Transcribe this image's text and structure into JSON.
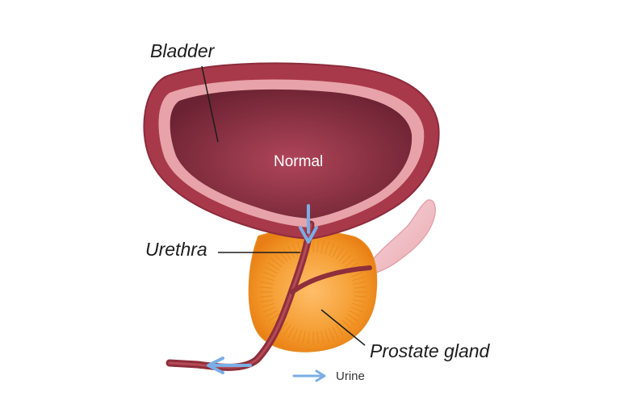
{
  "labels": {
    "bladder": "Bladder",
    "normal": "Normal",
    "urethra": "Urethra",
    "prostate": "Prostate gland",
    "urine": "Urine"
  },
  "colors": {
    "bladder_outer": "#a8394a",
    "bladder_rim": "#e7a3a9",
    "bladder_inner": "#7a2a3a",
    "prostate": "#f08c1e",
    "prostate_light": "#ffb55a",
    "urethra": "#8e2f3b",
    "vesicle": "#f3c2c7",
    "urine_arrow": "#7aaee6"
  },
  "icons": {
    "urine_legend": "urine-arrow-icon"
  }
}
